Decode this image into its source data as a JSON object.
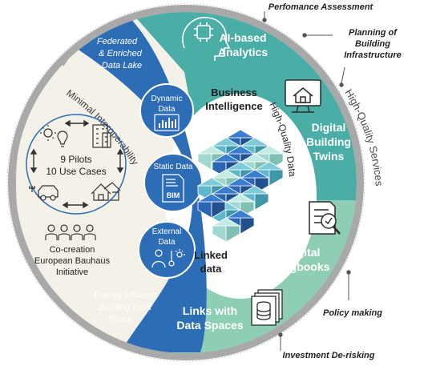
{
  "callouts": {
    "performance": "Perfomance Assessment",
    "planning_l1": "Planning of",
    "planning_l2": "Building",
    "planning_l3": "Infrastructure",
    "policy": "Policy making",
    "investment": "Investment De-risking"
  },
  "ring_labels": {
    "high_quality_services": "High-Quality Services",
    "minimal_interoperability": "Minimal Interoperability",
    "high_quality_data": "High-Quality Data"
  },
  "outer_segments": {
    "ai_l1": "AI-based",
    "ai_l2": "Analytics",
    "twins_l1": "Digital",
    "twins_l2": "Building",
    "twins_l3": "Twins",
    "logbooks_l1": "Digital",
    "logbooks_l2": "Logbooks",
    "links_l1": "Links with",
    "links_l2": "Data Spaces"
  },
  "blue_band": {
    "top_l1": "Federated",
    "top_l2": "& Enriched",
    "top_l3": "Data Lake",
    "bottom_l1": "Energy Efficient",
    "bottom_l2": "Building Data",
    "bottom_l3": "Space"
  },
  "data_sources": {
    "dynamic_l1": "Dynamic",
    "dynamic_l2": "Data",
    "static": "Static Data",
    "bim": "BIM",
    "external_l1": "External",
    "external_l2": "Data"
  },
  "center": {
    "bi_l1": "Business",
    "bi_l2": "Intelligence",
    "linked_l1": "Linked",
    "linked_l2": "data"
  },
  "pilots": {
    "line1": "9 Pilots",
    "line2": "10 Use Cases",
    "cocreation_l1": "Co-creation",
    "cocreation_l2": "European Bauhaus",
    "cocreation_l3": "Initiative"
  },
  "colors": {
    "teal": "#4aaea6",
    "light_teal": "#8dceb4",
    "blue": "#2d6db5",
    "cream": "#f3f1e8",
    "gray": "#9a9a9a",
    "cube_dark": "#2b66b3",
    "cube_mid": "#5fb8c9",
    "cube_light": "#9fd8cf"
  }
}
